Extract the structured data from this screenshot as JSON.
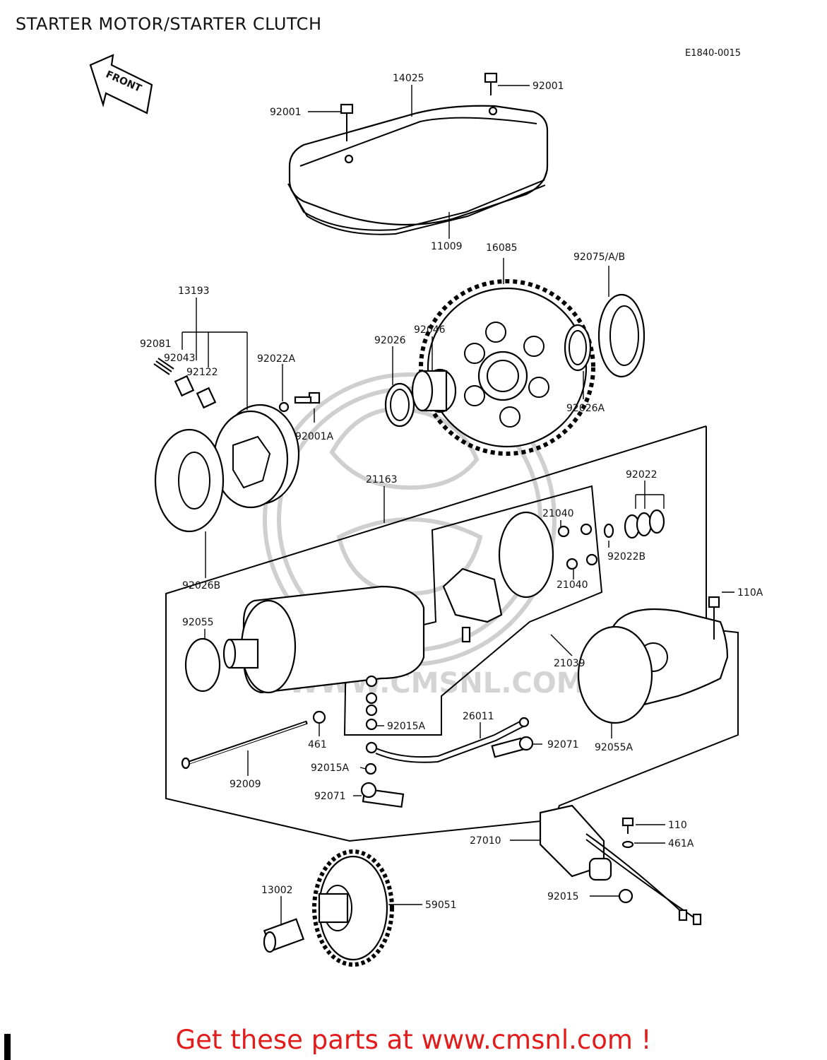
{
  "page": {
    "title": "STARTER MOTOR/STARTER CLUTCH",
    "diagram_code": "E1840-0015",
    "front_label": "FRONT",
    "watermark_text": "WWW.CMSNL.COM",
    "footer_text": "Get these parts at www.cmsnl.com !"
  },
  "colors": {
    "footer": "#e21b1b",
    "ink": "#000000",
    "watermark": "#cfcfcf"
  },
  "labels": {
    "p92001_left": "92001",
    "p14025": "14025",
    "p92001_right": "92001",
    "p11009": "11009",
    "p16085": "16085",
    "p92075": "92075/A/B",
    "p13193": "13193",
    "p92081": "92081",
    "p92043": "92043",
    "p92122": "92122",
    "p92022A": "92022A",
    "p92026": "92026",
    "p92046": "92046",
    "p92001A": "92001A",
    "p92026A": "92026A",
    "p21163": "21163",
    "p92022": "92022",
    "p21040_top": "21040",
    "p92022B": "92022B",
    "p21040_bot": "21040",
    "p110A": "110A",
    "p92026B": "92026B",
    "p92055": "92055",
    "p21039": "21039",
    "p92015A_top": "92015A",
    "p26011": "26011",
    "p461": "461",
    "p92071_right": "92071",
    "p92055A": "92055A",
    "p92009": "92009",
    "p92015A_bot": "92015A",
    "p92071_left": "92071",
    "p110": "110",
    "p27010": "27010",
    "p461A": "461A",
    "p13002": "13002",
    "p59051": "59051",
    "p92015": "92015"
  }
}
